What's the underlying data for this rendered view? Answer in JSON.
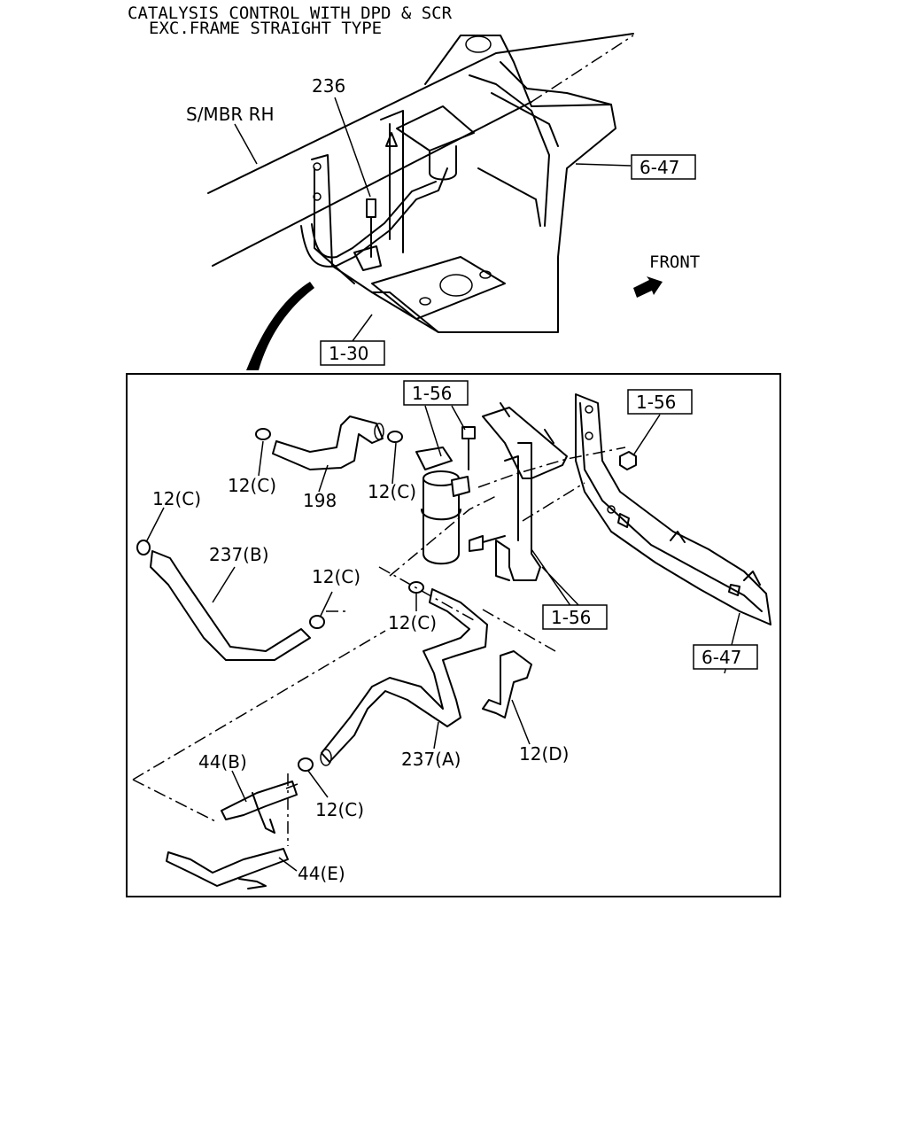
{
  "header": {
    "line1": "CATALYSIS CONTROL WITH DPD & SCR",
    "line2": "EXC.FRAME STRAIGHT TYPE"
  },
  "top_view": {
    "smbr": "S/MBR RH",
    "part_236": "236",
    "ref_647": "6-47",
    "front": "FRONT",
    "ref_130": "1-30"
  },
  "detail": {
    "ref_156_a": "1-56",
    "ref_156_b": "1-56",
    "ref_156_c": "1-56",
    "ref_647": "6-47",
    "p12c_1": "12(C)",
    "p12c_2": "12(C)",
    "p12c_3": "12(C)",
    "p12c_4": "12(C)",
    "p12c_5": "12(C)",
    "p12c_6": "12(C)",
    "p198": "198",
    "p237b": "237(B)",
    "p237a": "237(A)",
    "p12d": "12(D)",
    "p44b": "44(B)",
    "p44e": "44(E)"
  }
}
